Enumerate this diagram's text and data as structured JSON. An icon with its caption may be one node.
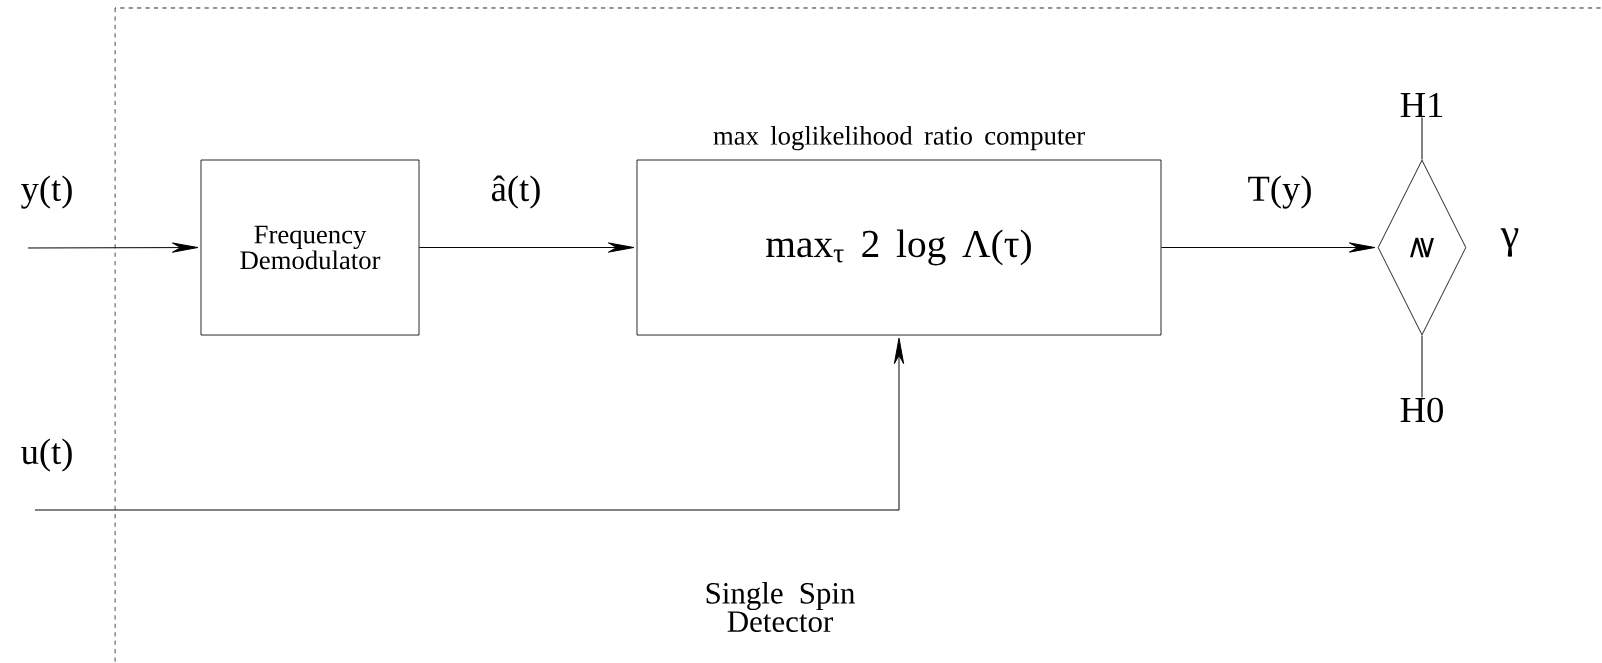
{
  "diagram": {
    "nodes": [
      {
        "text": [
          "Single Spin Detector"
        ]
      },
      {
        "text": [
          "Frequency Demodulator"
        ],
        "in": 0
      },
      {
        "text": [
          "max loglikelihood ratio computer",
          "max$_{τ}$ 2 log Λ(τ)"
        ],
        "in": 0
      },
      {
        "text": [
          "≷"
        ],
        "beside": [
          "γ"
        ],
        "in": 0
      },
      {
        "text": [
          "H1"
        ],
        "in": 0
      },
      {
        "text": [
          "H0"
        ],
        "in": 0
      }
    ],
    "edges": [
      {
        "from": null,
        "to": 1,
        "arrow": "to",
        "label": "y(t)"
      },
      {
        "from": 1,
        "to": 2,
        "arrow": "to",
        "label": "â(t)"
      },
      {
        "from": null,
        "to": 2,
        "arrow": "to",
        "label": "u(t)"
      },
      {
        "from": 2,
        "to": 3,
        "arrow": "to",
        "label": "T(y)"
      },
      {
        "from": 3,
        "to": 4,
        "arrow": "none"
      },
      {
        "from": 3,
        "to": 5,
        "arrow": "none"
      }
    ]
  }
}
